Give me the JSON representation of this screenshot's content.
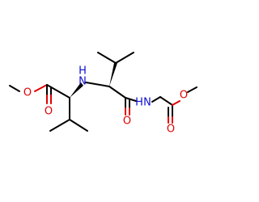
{
  "atoms": {
    "o_ester_single_left": {
      "label": "O",
      "color": "#e00000"
    },
    "o_ester_double_left": {
      "label": "O",
      "color": "#e00000"
    },
    "n_amine": {
      "label": "H",
      "color": "#1010d0"
    },
    "n_amine_letter": {
      "label": "N",
      "color": "#1010d0"
    },
    "o_amide": {
      "label": "O",
      "color": "#e00000"
    },
    "n_amide_h": {
      "label": "H",
      "color": "#1010d0"
    },
    "n_amide_letter": {
      "label": "N",
      "color": "#1010d0"
    },
    "o_ester_single_right": {
      "label": "O",
      "color": "#e00000"
    },
    "o_ester_double_right": {
      "label": "O",
      "color": "#e00000"
    }
  },
  "colors": {
    "carbon": "#000000",
    "oxygen": "#e00000",
    "nitrogen": "#1010d0"
  }
}
